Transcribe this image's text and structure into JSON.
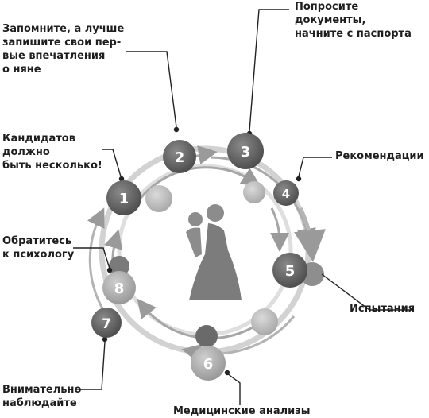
{
  "labels": {
    "remember": "Запомните, а лучше\nзапишите свои пер-\nвые впечатления\nо няне",
    "documents": "Попросите документы,\nначните с паспорта",
    "candidates": "Кандидатов\nдолжно\nбыть несколько!",
    "recommendations": "Рекомендации",
    "psychologist": "Обратитесь\nк психологу",
    "trials": "Испытания",
    "watch": "Внимательно\nнаблюдайте",
    "medical": "Медицинские анализы"
  },
  "steps": [
    "1",
    "2",
    "3",
    "4",
    "5",
    "6",
    "7",
    "8"
  ],
  "icon": "couple-silhouette-icon",
  "colors": {
    "step_dark": "#5a5a5a",
    "step_light": "#a8a8a8",
    "ring": "#c4c4c4",
    "ring_dark": "#9a9a9a",
    "leader": "#222222",
    "silhouette": "#8c8c8c"
  }
}
